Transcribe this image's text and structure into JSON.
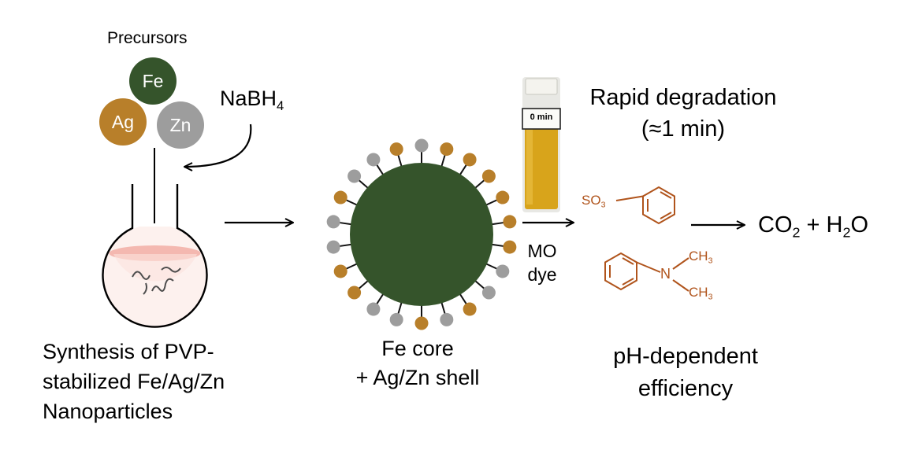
{
  "colors": {
    "fe": "#35542b",
    "ag": "#b87f2a",
    "zn": "#9d9d9d",
    "core": "#35542b",
    "molecule": "#b0541c",
    "solution": "#d8a41b"
  },
  "precursors": {
    "title": "Precursors",
    "fe": "Fe",
    "ag": "Ag",
    "zn": "Zn"
  },
  "reagent": {
    "main": "NaBH",
    "sub": "4"
  },
  "synthesis": {
    "line1": "Synthesis of PVP-",
    "line2": "stabilized Fe/Ag/Zn",
    "line3": "Nanoparticles"
  },
  "nanoparticle": {
    "line1": "Fe core",
    "line2": "+ Ag/Zn shell"
  },
  "dye": {
    "line1": "MO",
    "line2": "dye"
  },
  "vial": {
    "label": "0 min"
  },
  "degradation": {
    "line1": "Rapid degradation",
    "line2": "(≈1 min)"
  },
  "molecule": {
    "so3_main": "SO",
    "so3_sub": "3",
    "n": "N",
    "ch3_top_main": "CH",
    "ch3_top_sub": "3",
    "ch3_bot_main": "CH",
    "ch3_bot_sub": "3"
  },
  "products": {
    "co2_main": "CO",
    "co2_sub": "2",
    "mid": " + H",
    "h2o_sub": "2",
    "end": "O"
  },
  "efficiency": {
    "line1": "pH-dependent",
    "line2": "efficiency"
  }
}
